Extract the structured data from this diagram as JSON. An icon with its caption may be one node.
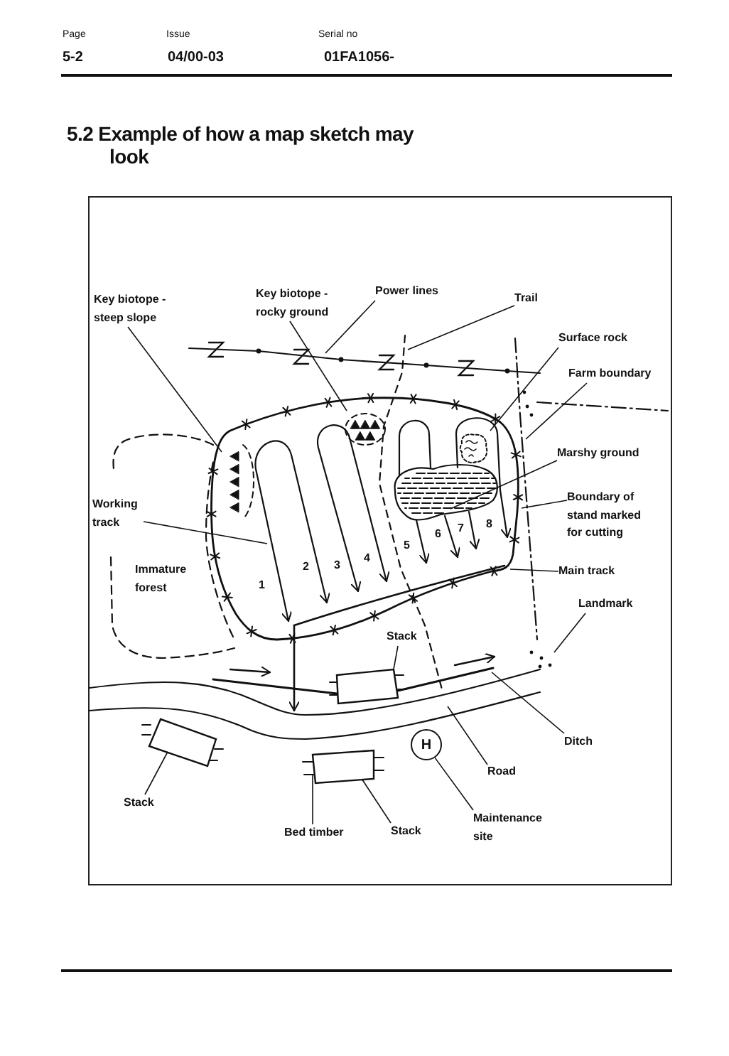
{
  "diagram": {
    "title": "5.2 Example of how a map sketch may look",
    "nodes": [
      {
        "text": [
          "Power lines"
        ]
      },
      {
        "text": [
          "Trail"
        ]
      },
      {
        "text": [
          "Key biotope - rocky ground"
        ]
      },
      {
        "text": [
          "Key biotope - steep slope"
        ]
      },
      {
        "text": [
          "Surface rock"
        ]
      },
      {
        "text": [
          "Farm boundary"
        ]
      },
      {
        "text": [
          "Marshy ground"
        ]
      },
      {
        "text": [
          "Working track"
        ]
      },
      {
        "text": [
          "Boundary of stand marked for cutting"
        ]
      },
      {
        "text": [
          "Main track"
        ]
      },
      {
        "text": [
          "Landmark"
        ]
      },
      {
        "text": [
          "Stack"
        ]
      },
      {
        "text": [
          "Ditch"
        ]
      },
      {
        "text": [
          "H"
        ]
      },
      {
        "text": [
          "Road"
        ]
      },
      {
        "text": [
          "Stack"
        ]
      },
      {
        "text": [
          "Maintenance site"
        ]
      },
      {
        "text": [
          "Bed timber"
        ]
      },
      {
        "text": [
          "Stack"
        ]
      },
      {
        "text": [],
        "shape": "box"
      },
      {
        "text": [],
        "shape": "box"
      },
      {
        "text": [],
        "shape": "box"
      }
    ],
    "edges": [
      {
        "from": 0,
        "to": null,
        "arrow": "none"
      },
      {
        "from": 1,
        "to": null,
        "arrow": "none"
      },
      {
        "from": 2,
        "to": null,
        "arrow": "none"
      },
      {
        "from": 3,
        "to": null,
        "arrow": "none"
      },
      {
        "from": 4,
        "to": null,
        "arrow": "none"
      },
      {
        "from": 5,
        "to": null,
        "arrow": "none"
      },
      {
        "from": 6,
        "to": null,
        "arrow": "none"
      },
      {
        "from": 7,
        "to": null,
        "arrow": "none"
      },
      {
        "from": 8,
        "to": null,
        "arrow": "none"
      },
      {
        "from": 9,
        "to": null,
        "arrow": "none"
      },
      {
        "from": 10,
        "to": null,
        "arrow": "none"
      },
      {
        "from": 11,
        "to": 19,
        "arrow": "none"
      },
      {
        "from": 12,
        "to": null,
        "arrow": "none"
      },
      {
        "from": 14,
        "to": null,
        "arrow": "none"
      },
      {
        "from": 16,
        "to": 13,
        "arrow": "none"
      },
      {
        "from": 15,
        "to": 20,
        "arrow": "none"
      },
      {
        "from": 17,
        "to": 21,
        "arrow": "none"
      },
      {
        "from": 18,
        "to": 21,
        "arrow": "none"
      }
    ],
    "labels": [
      "Page",
      "5-2",
      "Issue",
      "04/00-03",
      "Serial no",
      "01FA1056-",
      "Immature forest",
      "1",
      "2",
      "3",
      "4",
      "5",
      "6",
      "7",
      "8"
    ]
  }
}
